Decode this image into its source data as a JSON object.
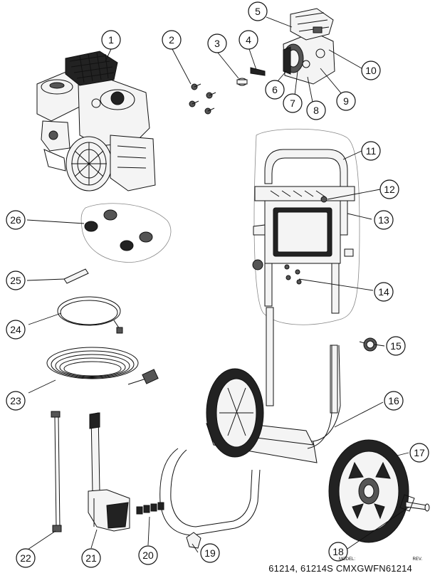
{
  "callouts": [
    {
      "num": "1"
    },
    {
      "num": "2"
    },
    {
      "num": "3"
    },
    {
      "num": "4"
    },
    {
      "num": "5"
    },
    {
      "num": "6"
    },
    {
      "num": "7"
    },
    {
      "num": "8"
    },
    {
      "num": "9"
    },
    {
      "num": "10"
    },
    {
      "num": "11"
    },
    {
      "num": "12"
    },
    {
      "num": "13"
    },
    {
      "num": "14"
    },
    {
      "num": "15"
    },
    {
      "num": "16"
    },
    {
      "num": "17"
    },
    {
      "num": "18"
    },
    {
      "num": "19"
    },
    {
      "num": "20"
    },
    {
      "num": "21"
    },
    {
      "num": "22"
    },
    {
      "num": "23"
    },
    {
      "num": "24"
    },
    {
      "num": "25"
    },
    {
      "num": "26"
    }
  ],
  "footer": {
    "model_label": "MODEL:",
    "models": "61214, 61214S CMXGWFN61214",
    "rev_label": "REV."
  }
}
